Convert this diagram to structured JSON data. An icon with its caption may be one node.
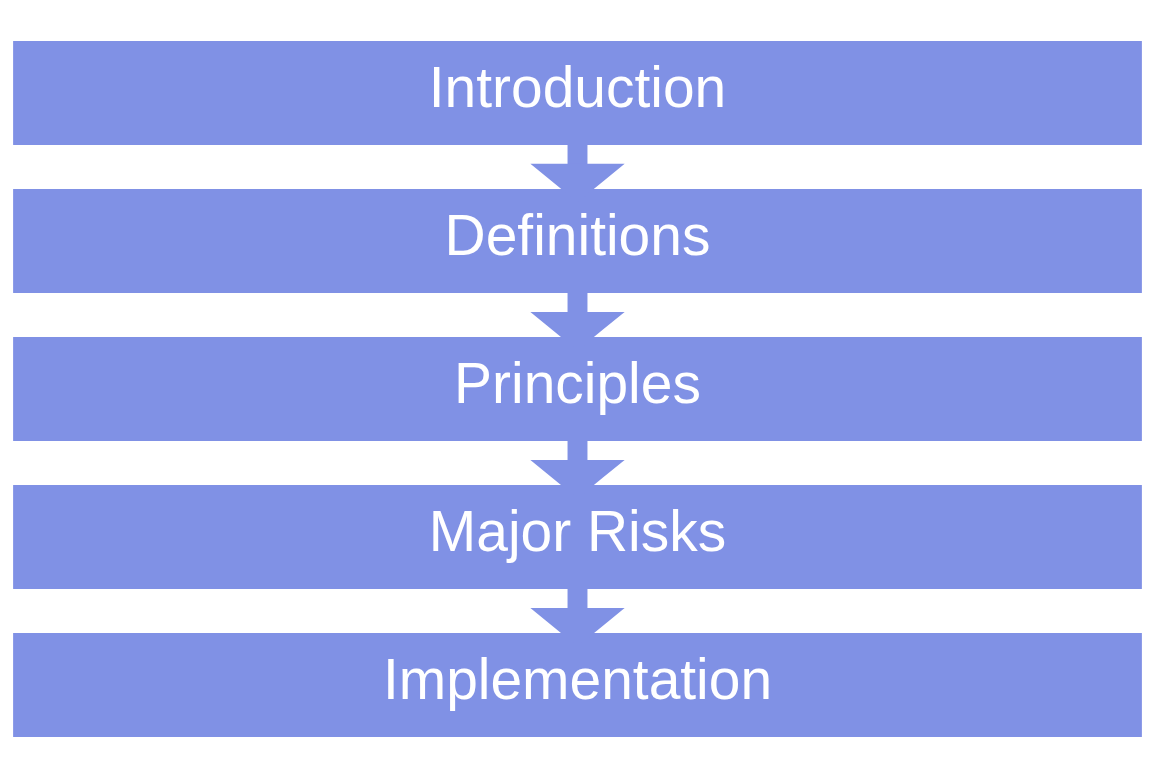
{
  "diagram": {
    "nodes": [
      {
        "text": [
          "Introduction"
        ]
      },
      {
        "text": [
          "Definitions"
        ]
      },
      {
        "text": [
          "Principles"
        ]
      },
      {
        "text": [
          "Major Risks"
        ]
      },
      {
        "text": [
          "Implementation"
        ]
      }
    ],
    "edges": [
      {
        "from": 0,
        "to": 1,
        "arrow": "to"
      },
      {
        "from": 1,
        "to": 2,
        "arrow": "to"
      },
      {
        "from": 2,
        "to": 3,
        "arrow": "to"
      },
      {
        "from": 3,
        "to": 4,
        "arrow": "to"
      }
    ]
  }
}
